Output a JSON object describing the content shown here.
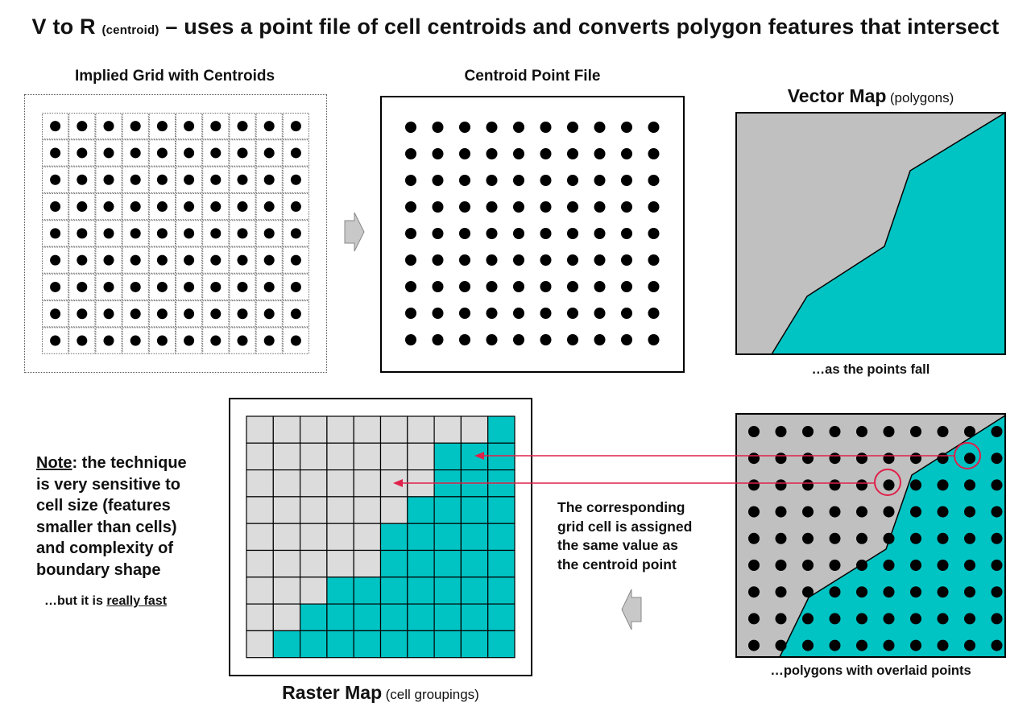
{
  "title": {
    "main": "V to R",
    "small": "(centroid)",
    "rest": "– uses a point file of cell centroids and converts polygon features that intersect"
  },
  "panels": {
    "implied_grid": {
      "label": "Implied Grid with Centroids",
      "cols": 10,
      "rows": 9
    },
    "centroid_file": {
      "label": "Centroid Point File",
      "cols": 10,
      "rows": 9
    },
    "vector_map": {
      "label_main": "Vector Map",
      "label_small": "(polygons)",
      "caption": "…as the points fall"
    },
    "overlay": {
      "caption": "…polygons with overlaid points"
    },
    "raster_map": {
      "label_main": "Raster Map",
      "label_small": "(cell groupings)"
    }
  },
  "note": {
    "heading": "Note",
    "lines": [
      ": the technique",
      "is very sensitive to",
      "cell size (features",
      "smaller than cells)",
      "and complexity of",
      "boundary shape"
    ]
  },
  "fast": {
    "prefix": "…but it is ",
    "emphasis": "really fast"
  },
  "corresponding": {
    "lines": [
      "The corresponding",
      "grid cell is assigned",
      "the same value as",
      "the centroid point"
    ]
  },
  "raster_grid": {
    "cols": 10,
    "rows": 9,
    "first_filled_col_by_row": [
      9,
      7,
      7,
      6,
      5,
      5,
      3,
      2,
      1
    ]
  },
  "colors": {
    "polygon_teal": "#00c4c4",
    "background_gray": "#c0c0c0",
    "raster_gray": "#dcdcdc",
    "arrow_red": "#e0204a",
    "arrow_gray": "#c8c8c8"
  }
}
